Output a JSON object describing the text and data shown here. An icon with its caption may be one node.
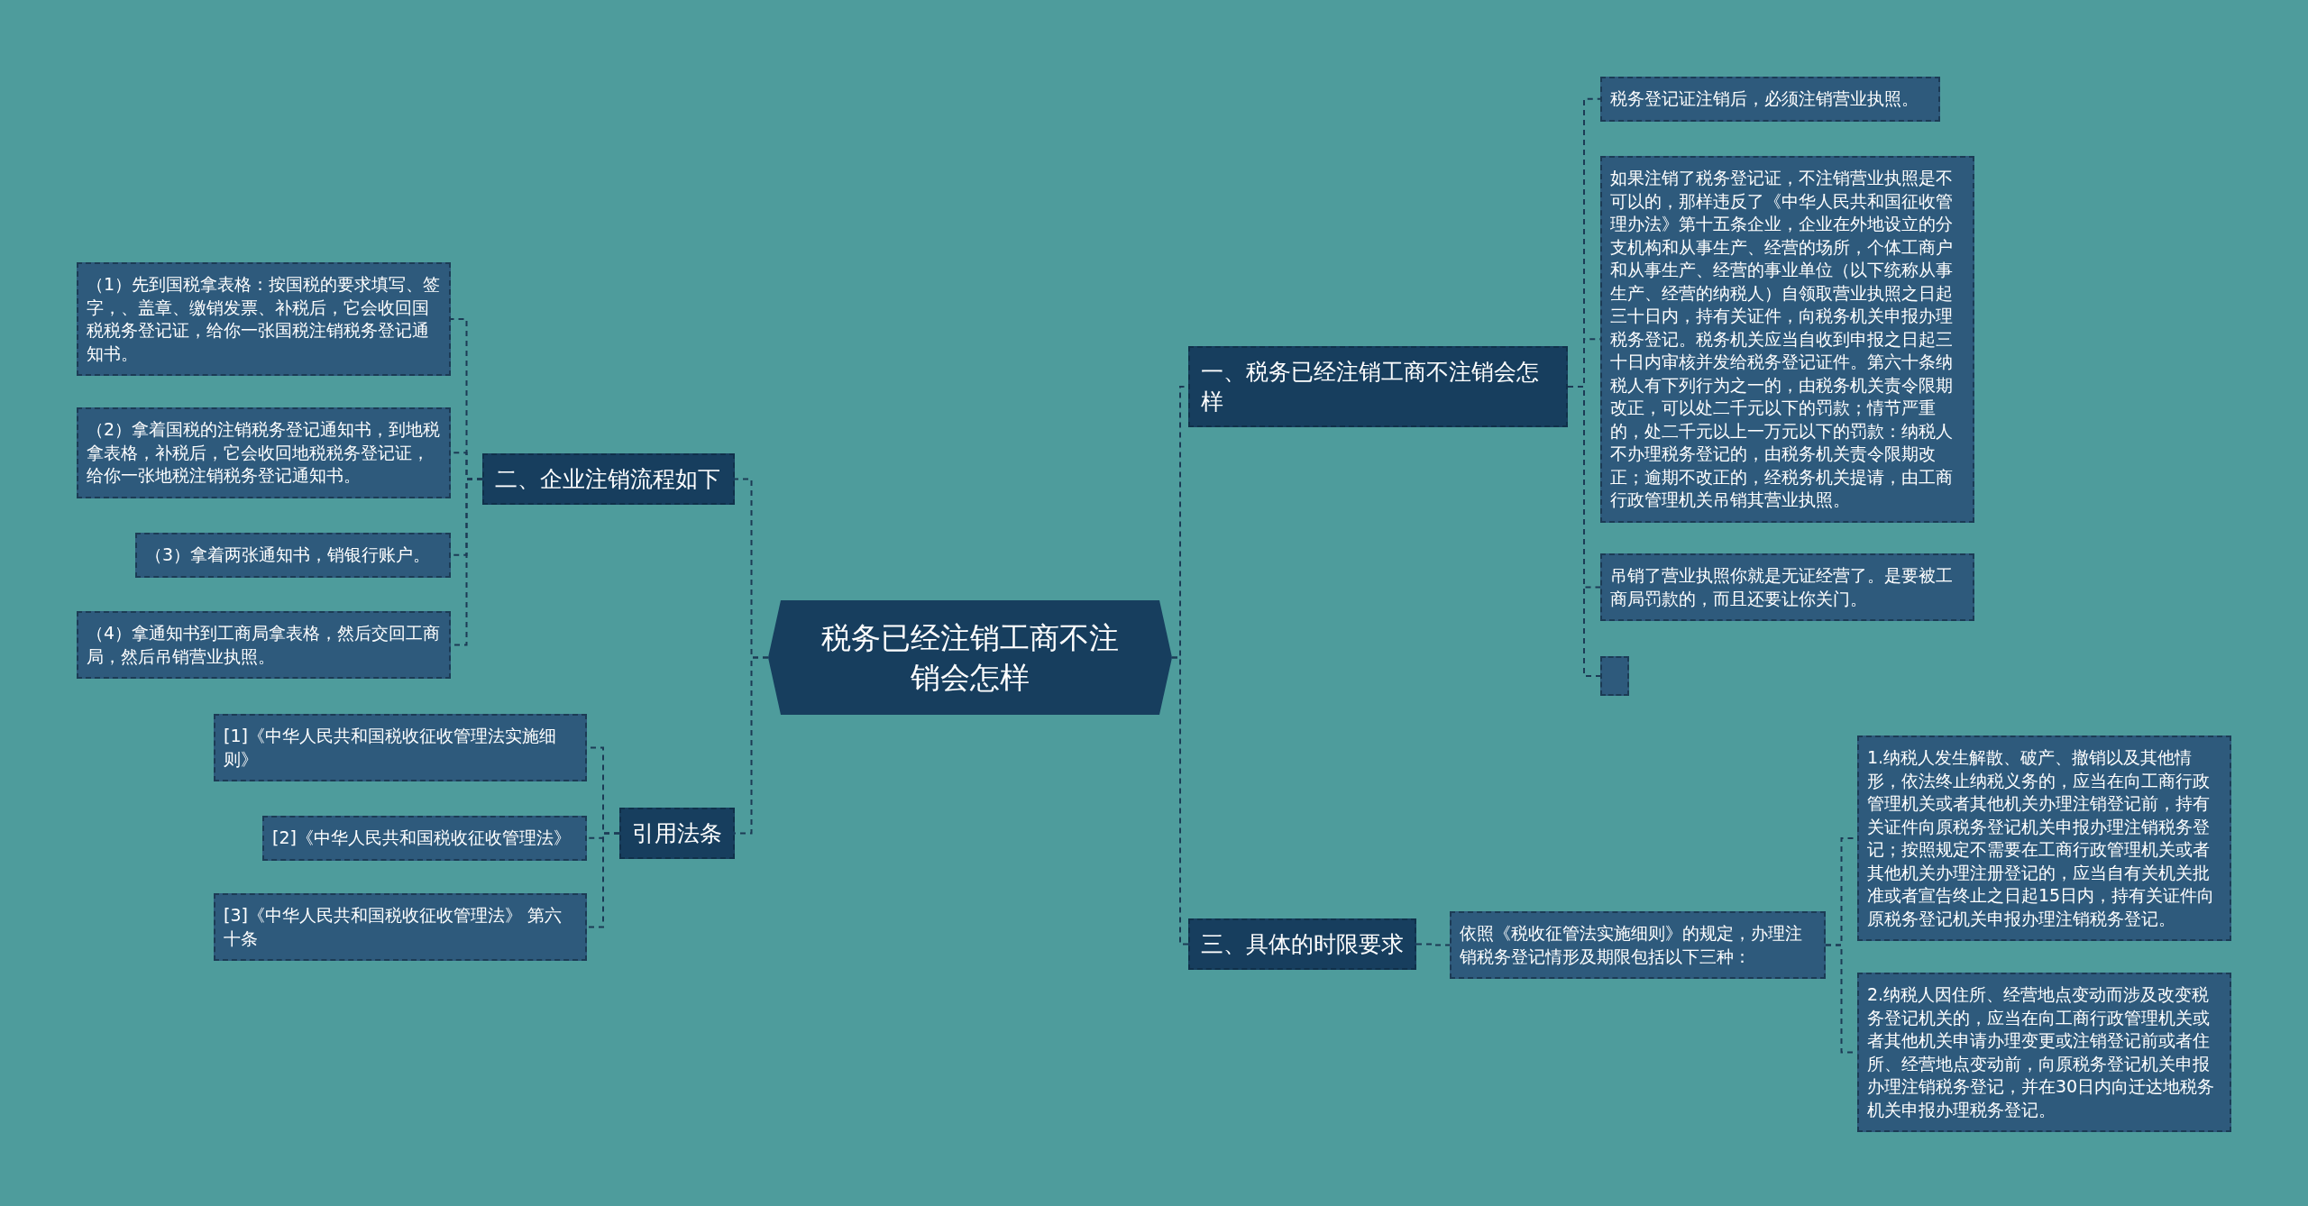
{
  "diagram": {
    "nodes": [
      {
        "text": [
          "税务已经注销工商不注销会怎样"
        ]
      },
      {
        "text": [
          "二、企业注销流程如下"
        ]
      },
      {
        "text": [
          "（1）先到国税拿表格：按国税的要求填写、签字，、盖章、缴销发票、补税后，它会收回国税税务登记证，给你一张国税注销税务登记通知书。"
        ]
      },
      {
        "text": [
          "（2）拿着国税的注销税务登记通知书，到地税拿表格，补税后，它会收回地税税务登记证，给你一张地税注销税务登记通知书。"
        ]
      },
      {
        "text": [
          "（3）拿着两张通知书，销银行账户。"
        ]
      },
      {
        "text": [
          "（4）拿通知书到工商局拿表格，然后交回工商局，然后吊销营业执照。"
        ]
      },
      {
        "text": [
          "引用法条"
        ]
      },
      {
        "text": [
          "[1]《中华人民共和国税收征收管理法实施细则》"
        ]
      },
      {
        "text": [
          "[2]《中华人民共和国税收征收管理法》"
        ]
      },
      {
        "text": [
          "[3]《中华人民共和国税收征收管理法》 第六十条"
        ]
      },
      {
        "text": [
          "一、税务已经注销工商不注销会怎样"
        ]
      },
      {
        "text": [
          "税务登记证注销后，必须注销营业执照。"
        ]
      },
      {
        "text": [
          "如果注销了税务登记证，不注销营业执照是不可以的，那样违反了《中华人民共和国征收管理办法》第十五条企业，企业在外地设立的分支机构和从事生产、经营的场所，个体工商户和从事生产、经营的事业单位（以下统称从事生产、经营的纳税人）自领取营业执照之日起三十日内，持有关证件，向税务机关申报办理税务登记。税务机关应当自收到申报之日起三十日内审核并发给税务登记证件。第六十条纳税人有下列行为之一的，由税务机关责令限期改正，可以处二千元以下的罚款；情节严重的，处二千元以上一万元以下的罚款：纳税人不办理税务登记的，由税务机关责令限期改正；逾期不改正的，经税务机关提请，由工商行政管理机关吊销其营业执照。"
        ]
      },
      {
        "text": [
          "吊销了营业执照你就是无证经营了。是要被工商局罚款的，而且还要让你关门。"
        ]
      },
      {
        "text": [],
        "shape": "box"
      },
      {
        "text": [
          "三、具体的时限要求"
        ]
      },
      {
        "text": [
          "依照《税收征管法实施细则》的规定，办理注销税务登记情形及期限包括以下三种："
        ]
      },
      {
        "text": [
          "1.纳税人发生解散、破产、撤销以及其他情形，依法终止纳税义务的，应当在向工商行政管理机关或者其他机关办理注销登记前，持有关证件向原税务登记机关申报办理注销税务登记；按照规定不需要在工商行政管理机关或者其他机关办理注册登记的，应当自有关机关批准或者宣告终止之日起15日内，持有关证件向原税务登记机关申报办理注销税务登记。"
        ]
      },
      {
        "text": [
          "2.纳税人因住所、经营地点变动而涉及改变税务登记机关的，应当在向工商行政管理机关或者其他机关申请办理变更或注销登记前或者住所、经营地点变动前，向原税务登记机关申报办理注销税务登记，并在30日内向迁达地税务机关申报办理税务登记。"
        ]
      }
    ],
    "edges": [
      {
        "from": 0,
        "to": 1,
        "arrow": "none"
      },
      {
        "from": 1,
        "to": 2,
        "arrow": "none"
      },
      {
        "from": 1,
        "to": 3,
        "arrow": "none"
      },
      {
        "from": 1,
        "to": 4,
        "arrow": "none"
      },
      {
        "from": 1,
        "to": 5,
        "arrow": "none"
      },
      {
        "from": 0,
        "to": 6,
        "arrow": "none"
      },
      {
        "from": 6,
        "to": 7,
        "arrow": "none"
      },
      {
        "from": 6,
        "to": 8,
        "arrow": "none"
      },
      {
        "from": 6,
        "to": 9,
        "arrow": "none"
      },
      {
        "from": 0,
        "to": 10,
        "arrow": "none"
      },
      {
        "from": 10,
        "to": 11,
        "arrow": "none"
      },
      {
        "from": 10,
        "to": 12,
        "arrow": "none"
      },
      {
        "from": 10,
        "to": 13,
        "arrow": "none"
      },
      {
        "from": 10,
        "to": 14,
        "arrow": "none"
      },
      {
        "from": 0,
        "to": 15,
        "arrow": "none"
      },
      {
        "from": 15,
        "to": 16,
        "arrow": "none"
      },
      {
        "from": 16,
        "to": 17,
        "arrow": "none"
      },
      {
        "from": 16,
        "to": 18,
        "arrow": "none"
      }
    ]
  }
}
